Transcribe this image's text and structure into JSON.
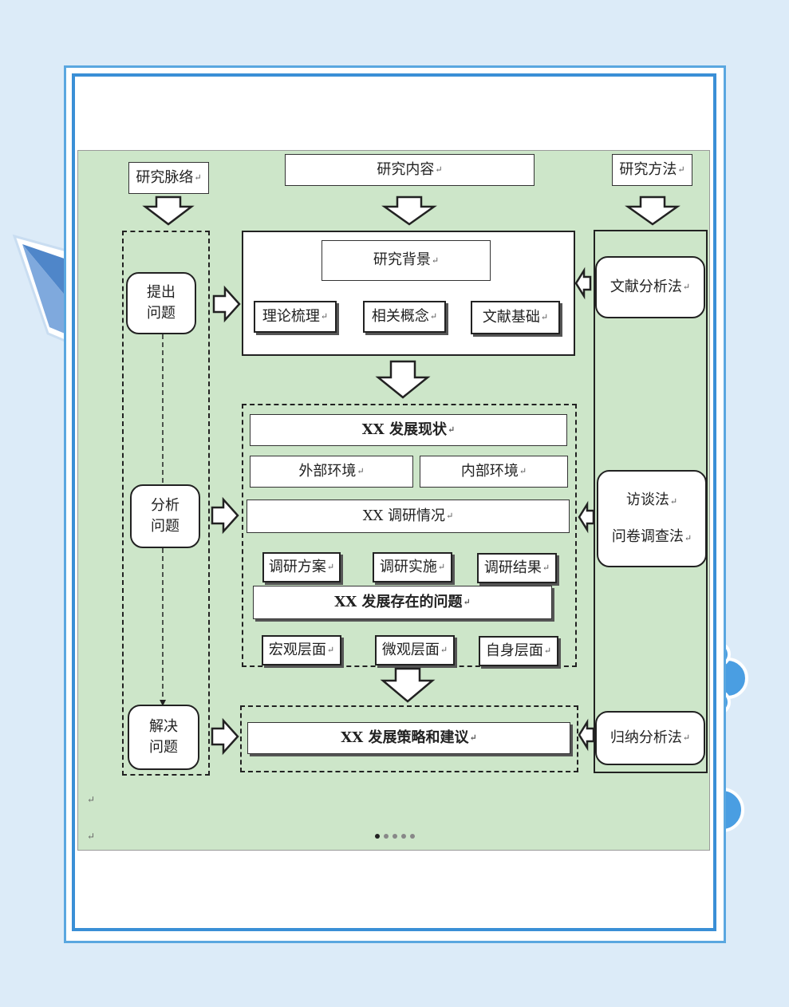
{
  "headers": {
    "context": "研究脉络",
    "content": "研究内容",
    "method": "研究方法"
  },
  "stages": {
    "raise": "提出\n问题",
    "analyze": "分析\n问题",
    "solve": "解决\n问题"
  },
  "background": {
    "title": "研究背景",
    "items": [
      "理论梳理",
      "相关概念",
      "文献基础"
    ]
  },
  "analysis": {
    "status": "XX 发展现状",
    "env": [
      "外部环境",
      "内部环境"
    ],
    "survey": "XX 调研情况",
    "survey_items": [
      "调研方案",
      "调研实施",
      "调研结果"
    ],
    "problems": "XX 发展存在的问题",
    "levels": [
      "宏观层面",
      "微观层面",
      "自身层面"
    ]
  },
  "strategy": "XX 发展策略和建议",
  "methods": {
    "literature": "文献分析法",
    "interview": "访谈法",
    "questionnaire": "问卷调查法",
    "inductive": "归纳分析法"
  },
  "para_mark": "↵",
  "colors": {
    "page_bg": "#dcebf8",
    "canvas": "#cde6c9",
    "frame": "#3a8fd6"
  },
  "pagination": {
    "pages": 5,
    "current": 1
  }
}
